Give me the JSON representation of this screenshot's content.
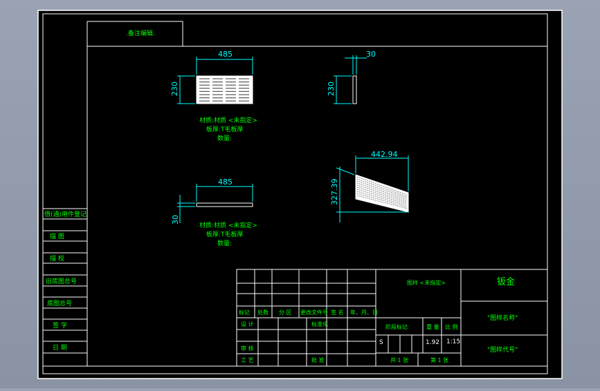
{
  "colors": {
    "background": "#000000",
    "frame": "#ffffff",
    "dimension": "#00ffff",
    "text": "#00ff00",
    "outer_bg": "#9aa3b3"
  },
  "note_box": {
    "text": ".备注编辑."
  },
  "views": {
    "top_view": {
      "width_dim": "485",
      "height_dim": "230",
      "note_material": "材质:材质 <未指定>",
      "note_thickness": "板厚:T毛板厚",
      "note_quantity": "数量:"
    },
    "side_view": {
      "width_dim": "30",
      "height_dim": "230"
    },
    "iso_view": {
      "width_dim": "442.94",
      "height_dim": "327.39"
    },
    "front_view": {
      "width_dim": "485",
      "height_dim": "30",
      "note_material": "材质:材质 <未指定>",
      "note_thickness": "板厚:T毛板厚",
      "note_quantity": "数量:"
    }
  },
  "left_strip": {
    "rows": [
      "借(通)用件登记",
      "描 图",
      "描 校",
      "旧底图总号",
      "底图总号",
      "签 字",
      "日 期"
    ]
  },
  "title_block": {
    "header_row": [
      "标记",
      "处数",
      "分 区",
      "更改文件号",
      "签 名",
      "年、月、日"
    ],
    "design_label": "设 计",
    "standard_label": "标准化",
    "review_label": "审 核",
    "process_label": "工 艺",
    "approve_label": "批 准",
    "material_label": "图样 <未指定>",
    "stage_label": "阶段标记",
    "weight_label": "重 量",
    "scale_label": "比 例",
    "stage_value": "S",
    "weight_value": "1.92",
    "scale_value": "1:15",
    "sheets_total": "共 1 张",
    "sheet_no": "第 1 张",
    "part_name": "钣金",
    "drawing_name": "\"图样名称\"",
    "drawing_code": "\"图样代号\""
  }
}
